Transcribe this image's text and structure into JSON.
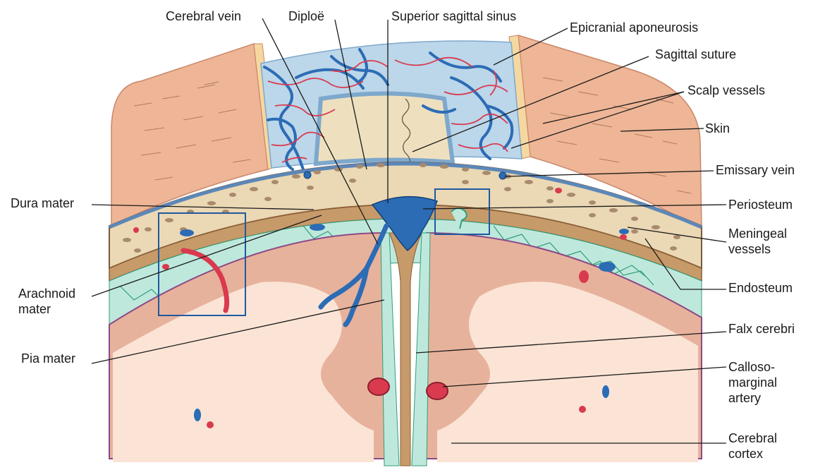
{
  "labels": {
    "cerebral_vein": "Cerebral vein",
    "diploe": "Diploë",
    "superior_sagittal_sinus": "Superior sagittal sinus",
    "epicranial_aponeurosis": "Epicranial aponeurosis",
    "sagittal_suture": "Sagittal suture",
    "scalp_vessels": "Scalp vessels",
    "skin": "Skin",
    "emissary_vein": "Emissary vein",
    "periosteum": "Periosteum",
    "meningeal_vessels": [
      "Meningeal",
      "vessels"
    ],
    "endosteum": "Endosteum",
    "falx_cerebri": "Falx cerebri",
    "callosomarginal_artery": [
      "Calloso-",
      "marginal",
      "artery"
    ],
    "cerebral_cortex": [
      "Cerebral",
      "cortex"
    ],
    "dura_mater": "Dura mater",
    "arachnoid_mater": [
      "Arachnoid",
      "mater"
    ],
    "pia_mater": "Pia mater"
  },
  "colors": {
    "skin": "#eeb596",
    "skin_edge": "#f5d8a0",
    "aponeurosis": "#bcd6ea",
    "bone": "#ebd8b4",
    "dura": "#c79a6a",
    "subarachnoid": "#bfe8dc",
    "arachnoid_web": "#2f9e7a",
    "pia": "#8c4a86",
    "cortex_gray": "#e7b29c",
    "white_matter": "#fbe4d6",
    "vein": "#2b6cb5",
    "artery": "#d93a4e",
    "inset_frame": "#1f5aa0"
  }
}
